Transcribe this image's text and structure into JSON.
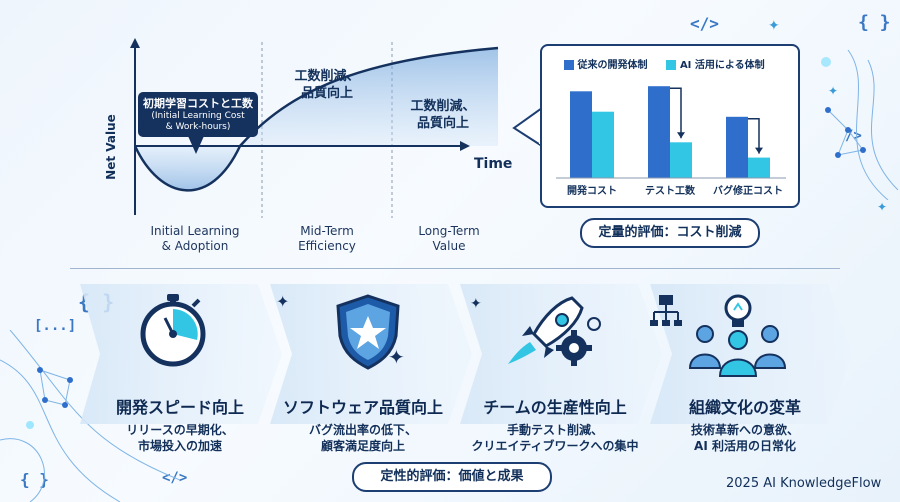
{
  "curve": {
    "y_axis_label": "Net Value",
    "x_axis_label": "Time",
    "cost_callout": {
      "title": "初期学習コストと工数",
      "subtitle_line1": "(Initial Learning Cost",
      "subtitle_line2": "& Work-hours)"
    },
    "mid_label_line1": "工数削減、",
    "mid_label_line2": "品質向上",
    "long_label_line1": "工数削減、",
    "long_label_line2": "品質向上",
    "phases": [
      {
        "line1": "Initial Learning",
        "line2": "& Adoption"
      },
      {
        "line1": "Mid-Term",
        "line2": "Efficiency"
      },
      {
        "line1": "Long-Term",
        "line2": "Value"
      }
    ]
  },
  "chart_data": {
    "type": "bar",
    "categories": [
      "開発コスト",
      "テスト工数",
      "バグ修正コスト"
    ],
    "series": [
      {
        "name": "従来の開発体制",
        "values": [
          85,
          90,
          60
        ]
      },
      {
        "name": "AI 活用による体制",
        "values": [
          65,
          35,
          20
        ]
      }
    ],
    "ylim": [
      0,
      100
    ],
    "colors": [
      "#2f6fcb",
      "#32c6e4"
    ]
  },
  "quant_label": "定量的評価：コスト削減",
  "benefits": [
    {
      "title": "開発スピード向上",
      "desc_line1": "リリースの早期化、",
      "desc_line2": "市場投入の加速",
      "icon": "stopwatch-icon"
    },
    {
      "title": "ソフトウェア品質向上",
      "desc_line1": "バグ流出率の低下、",
      "desc_line2": "顧客満足度向上",
      "icon": "shield-star-icon"
    },
    {
      "title": "チームの生産性向上",
      "desc_line1": "手動テスト削減、",
      "desc_line2": "クリエイティブワークへの集中",
      "icon": "rocket-gear-icon"
    },
    {
      "title": "組織文化の変革",
      "desc_line1": "技術革新への意欲、",
      "desc_line2": "AI 利活用の日常化",
      "icon": "team-lightbulb-icon"
    }
  ],
  "qual_label": "定性的評価：価値と成果",
  "footer": "2025 AI KnowledgeFlow",
  "colors": {
    "navy": "#15325f",
    "blue": "#2f6fcb",
    "cyan": "#32c6e4"
  }
}
